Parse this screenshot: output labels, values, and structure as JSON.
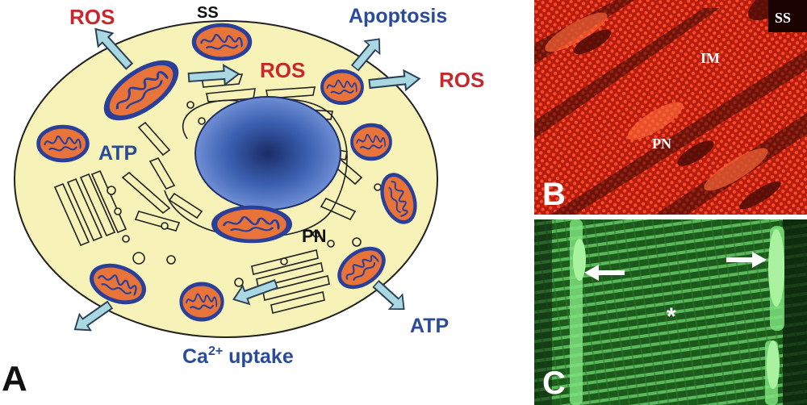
{
  "panel_a": {
    "letter": "A",
    "labels": {
      "ros_top_left": "ROS",
      "ss": "SS",
      "apoptosis": "Apoptosis",
      "ros_center": "ROS",
      "ros_right": "ROS",
      "atp_left": "ATP",
      "pn": "PN",
      "atp_right": "ATP",
      "ca_base": "Ca",
      "ca_sup": "2+",
      "ca_rest": " uptake"
    }
  },
  "panel_b": {
    "letter": "B",
    "labels": {
      "ss": "SS",
      "im": "IM",
      "pn": "PN"
    }
  },
  "panel_c": {
    "letter": "C",
    "asterisk": "*"
  },
  "colors": {
    "cell_fill": "#f6f2b8",
    "nucleus": "#3a5fb0",
    "mito_fill": "#e8743a",
    "mito_border": "#2a3f9a",
    "arrow_fill": "#a9d8e2",
    "label_red": "#c8282d",
    "label_blue": "#2a4a9a",
    "panel_b_bg": "#b81f10",
    "panel_c_bg": "#1f6a1f"
  }
}
